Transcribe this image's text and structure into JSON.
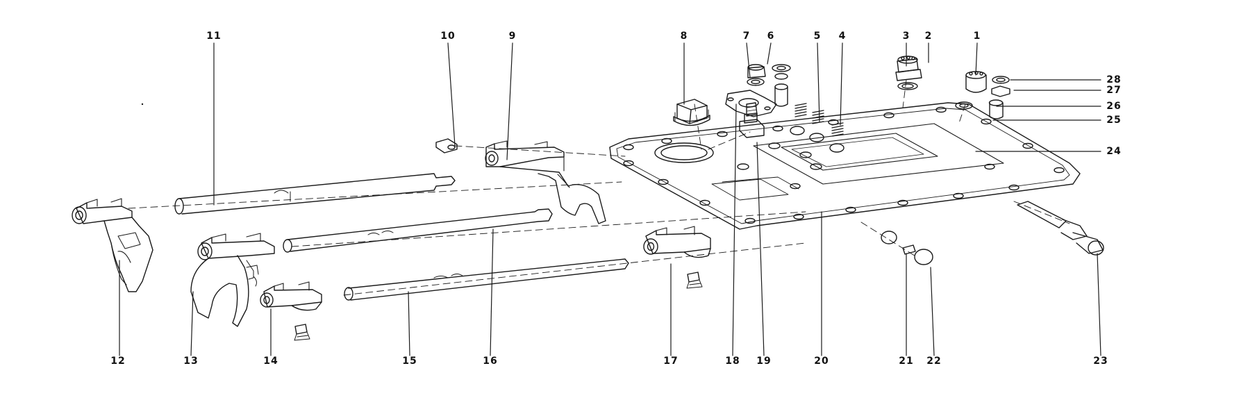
{
  "diagram": {
    "callouts": [
      {
        "id": "c1",
        "text": "1"
      },
      {
        "id": "c2",
        "text": "2"
      },
      {
        "id": "c3",
        "text": "3"
      },
      {
        "id": "c4",
        "text": "4"
      },
      {
        "id": "c5",
        "text": "5"
      },
      {
        "id": "c6",
        "text": "6"
      },
      {
        "id": "c7",
        "text": "7"
      },
      {
        "id": "c8",
        "text": "8"
      },
      {
        "id": "c9",
        "text": "9"
      },
      {
        "id": "c10",
        "text": "10"
      },
      {
        "id": "c11",
        "text": "11"
      },
      {
        "id": "c12",
        "text": "12"
      },
      {
        "id": "c13",
        "text": "13"
      },
      {
        "id": "c14",
        "text": "14"
      },
      {
        "id": "c15",
        "text": "15"
      },
      {
        "id": "c16",
        "text": "16"
      },
      {
        "id": "c17",
        "text": "17"
      },
      {
        "id": "c18",
        "text": "18"
      },
      {
        "id": "c19",
        "text": "19"
      },
      {
        "id": "c20",
        "text": "20"
      },
      {
        "id": "c21",
        "text": "21"
      },
      {
        "id": "c22",
        "text": "22"
      },
      {
        "id": "c23",
        "text": "23"
      },
      {
        "id": "c24",
        "text": "24"
      },
      {
        "id": "c25",
        "text": "25"
      },
      {
        "id": "c26",
        "text": "26"
      },
      {
        "id": "c27",
        "text": "27"
      },
      {
        "id": "c28",
        "text": "28"
      }
    ],
    "colors": {
      "ink": "#1a1a1a",
      "background": "#ffffff"
    }
  }
}
